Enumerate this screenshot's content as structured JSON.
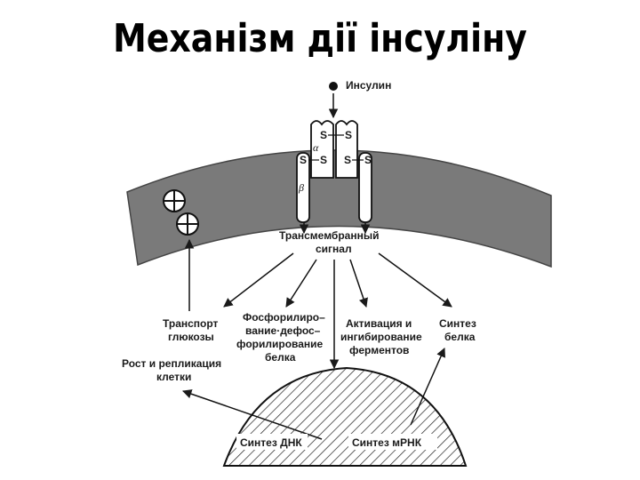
{
  "title": "Механізм дії інсуліну",
  "labels": {
    "insulin": "Инсулин",
    "alpha": "α",
    "beta": "β",
    "sulfur": "S",
    "transmembrane_1": "Трансмембранный",
    "transmembrane_2": "сигнал",
    "glucose_1": "Транспорт",
    "glucose_2": "глюкозы",
    "phospho_1": "Фосфорилиро–",
    "phospho_2": "вание·дефос–",
    "phospho_3": "форилирование",
    "phospho_4": "белка",
    "enzyme_1": "Активация и",
    "enzyme_2": "ингибирование",
    "enzyme_3": "ферментов",
    "protein_1": "Синтез",
    "protein_2": "белка",
    "growth_1": "Рост и репликация",
    "growth_2": "клетки",
    "dna": "Синтез ДНК",
    "mrna": "Синтез мРНК"
  },
  "icons": {
    "insulin_molecule": "filled-dot",
    "glucose_transporter": "crossed-circle"
  }
}
